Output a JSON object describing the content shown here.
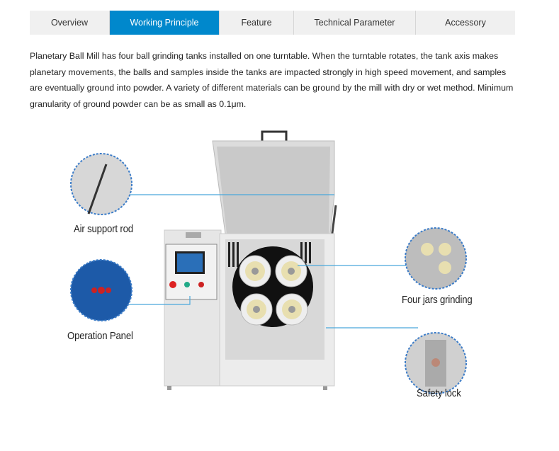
{
  "tabs": [
    {
      "label": "Overview"
    },
    {
      "label": "Working Principle",
      "active": true
    },
    {
      "label": "Feature"
    },
    {
      "label": "Technical Parameter"
    },
    {
      "label": "Accessory"
    }
  ],
  "description": "Planetary Ball Mill has four ball grinding tanks installed on one turntable. When the turntable rotates, the tank axis makes planetary movements, the balls and samples inside the tanks are impacted strongly in high speed movement, and samples are eventually ground into powder. A variety of different materials can be ground by the mill with dry or wet method. Minimum granularity of ground powder can be as small as 0.1μm.",
  "figure": {
    "callouts": {
      "air_rod": "Air support rod",
      "panel": "Operation Panel",
      "jars": "Four jars grinding",
      "lock": "Safety lock"
    }
  },
  "colors": {
    "accent": "#0088cc",
    "callout": "#4aa8dc"
  }
}
